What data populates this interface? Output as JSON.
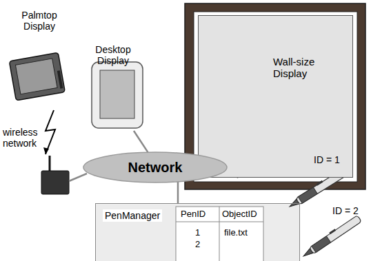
{
  "diagram": {
    "nodes": [
      {
        "text": [
          "Palmtop Display"
        ]
      },
      {
        "text": [
          "Desktop Display"
        ]
      },
      {
        "text": [
          "Wall-size Display"
        ]
      },
      {
        "text": [
          "Network"
        ]
      },
      {
        "text": [
          "PenManager"
        ]
      }
    ],
    "edges": [
      {
        "from": 1,
        "to": 3,
        "arrow": "none"
      },
      {
        "from": 2,
        "to": 3,
        "arrow": "none"
      },
      {
        "from": 4,
        "to": 3,
        "arrow": "none"
      }
    ],
    "labels": [
      "wireless network",
      "PenID",
      "ObjectID",
      "1",
      "2",
      "file.txt",
      "ID = 1",
      "ID = 2"
    ]
  }
}
